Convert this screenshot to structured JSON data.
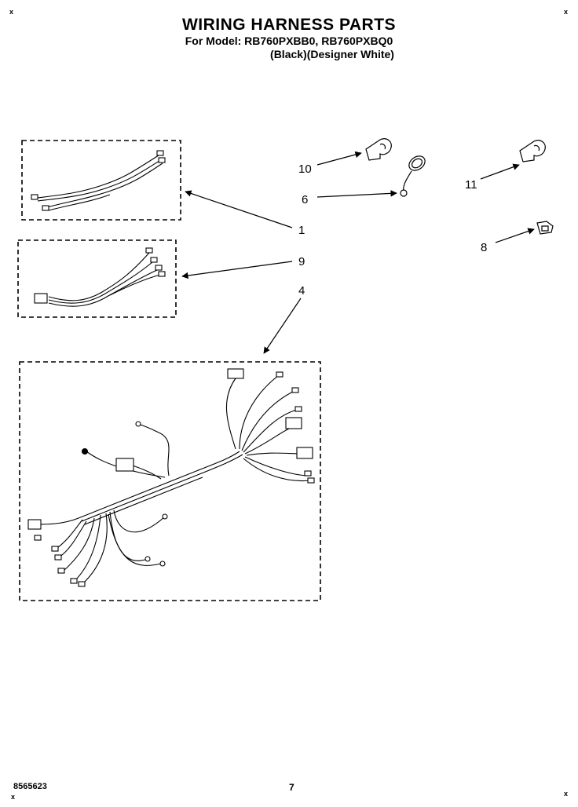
{
  "header": {
    "title": "WIRING HARNESS PARTS",
    "model": "For Model: RB760PXBB0, RB760PXBQ0",
    "color": "(Black)(Designer White)"
  },
  "callouts": [
    "10",
    "6",
    "11",
    "1",
    "9",
    "8",
    "4"
  ],
  "footer": {
    "doc_number": "8565623",
    "page_number": "7"
  },
  "corner_marks": [
    "x",
    "x",
    "x",
    "x"
  ]
}
